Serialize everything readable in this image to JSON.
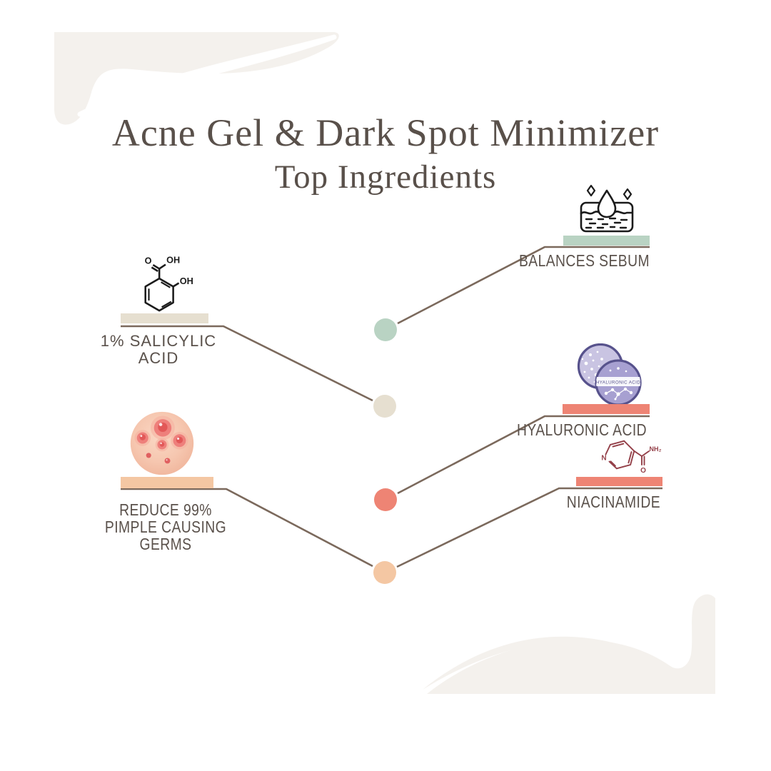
{
  "title": "Acne Gel & Dark Spot Minimizer",
  "subtitle": "Top Ingredients",
  "colors": {
    "background": "#ffffff",
    "blob": "#f4f1ed",
    "title_text": "#59504a",
    "label_text": "#5a514b",
    "connector": "#7b695c",
    "sage": "#b9d3c3",
    "beige": "#e6dfd0",
    "salmon": "#ee8474",
    "peach": "#f4c7a3",
    "hy_back": "#c9c4e2",
    "hy_front": "#a7a0d1",
    "hy_outline": "#57528c",
    "chem_dark": "#1b1b1b",
    "niacin_stroke": "#944049",
    "pimple_base": "#f6c7b0",
    "pimple_bump": "#ee7f7b"
  },
  "ingredients": [
    {
      "name": "balances-sebum",
      "lines": [
        "BALANCES SEBUM"
      ]
    },
    {
      "name": "salicylic-acid",
      "lines": [
        "1% SALICYLIC",
        "ACID"
      ]
    },
    {
      "name": "hyaluronic-acid",
      "lines": [
        "HYALURONIC ACID"
      ]
    },
    {
      "name": "reduce-germs",
      "lines": [
        "REDUCE 99%",
        "PIMPLE CAUSING",
        "GERMS"
      ]
    },
    {
      "name": "niacinamide",
      "lines": [
        "NIACINAMIDE"
      ]
    }
  ],
  "icon_text": {
    "salicylic_o": "O",
    "salicylic_oh_top": "OH",
    "salicylic_oh_ring": "OH",
    "niacinamide_n": "N",
    "niacinamide_nh2": "NH₂",
    "niacinamide_o": "O",
    "hyaluronic_band": "HYALURONIC ACID"
  }
}
